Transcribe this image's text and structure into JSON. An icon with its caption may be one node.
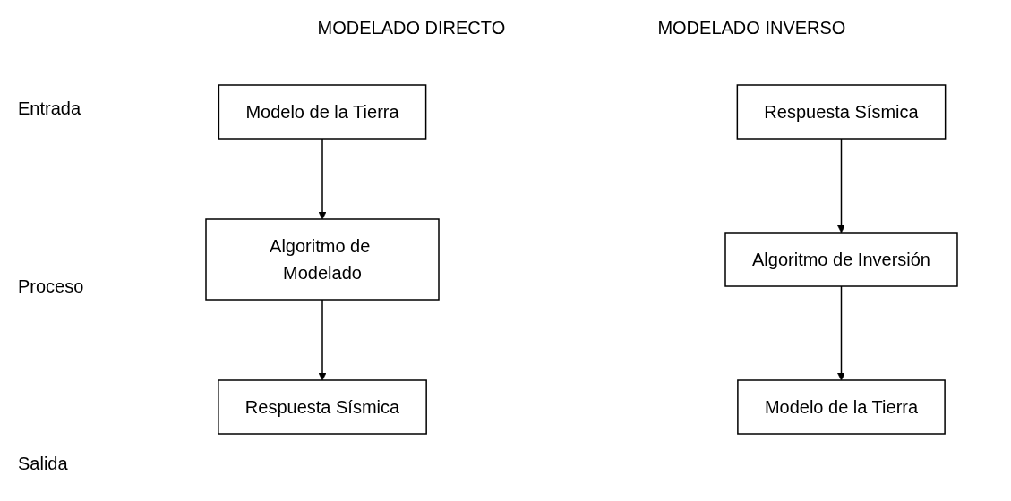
{
  "diagram": {
    "nodes": [
      {
        "text": [
          "Modelo de la Tierra"
        ]
      },
      {
        "text": [
          "Respuesta Sísmica"
        ]
      },
      {
        "text": [
          "Algoritmo de Modelado"
        ]
      },
      {
        "text": [
          "Algoritmo de Inversión"
        ]
      },
      {
        "text": [
          "Respuesta Sísmica"
        ]
      },
      {
        "text": [
          "Modelo de la Tierra"
        ]
      }
    ],
    "edges": [
      {
        "from": 0,
        "to": 2,
        "arrow": "to"
      },
      {
        "from": 2,
        "to": 4,
        "arrow": "to"
      },
      {
        "from": 1,
        "to": 3,
        "arrow": "to"
      },
      {
        "from": 3,
        "to": 5,
        "arrow": "to"
      }
    ],
    "labels": [
      "MODELADO DIRECTO",
      "MODELADO INVERSO",
      "Entrada",
      "Proceso",
      "Salida"
    ]
  }
}
